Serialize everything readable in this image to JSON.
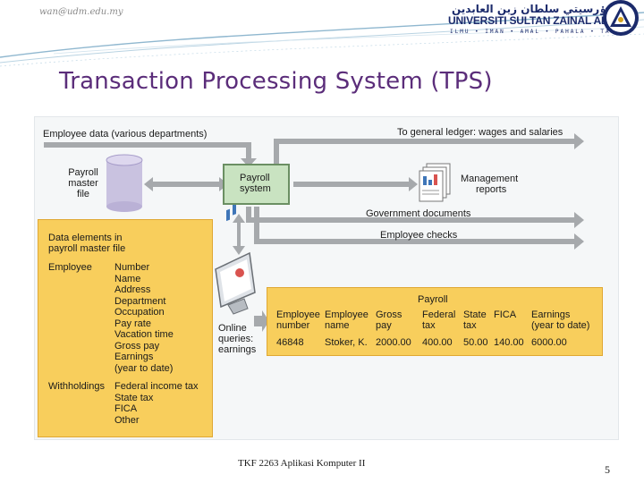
{
  "header": {
    "email": "wan@udm.edu.my",
    "logo_arabic": "يونيۏرسيتي سلطان زين العابدين",
    "logo_university": "UNIVERSITI SULTAN ZAINAL ABIDIN",
    "logo_motto": "ILMU  •  IMAN  •  AMAL  •  PAHALA  •  TAQWA",
    "colors": {
      "title": "#5b2d7a",
      "logo": "#1b2a6b",
      "swoosh": "#8fb7cf"
    }
  },
  "slide": {
    "title": "Transaction Processing System (TPS)"
  },
  "diagram": {
    "employee_data": "Employee data (various departments)",
    "to_general_ledger": "To general ledger: wages and salaries",
    "payroll_master_file": [
      "Payroll",
      "master",
      "file"
    ],
    "payroll_system": [
      "Payroll",
      "system"
    ],
    "management_reports": [
      "Management",
      "reports"
    ],
    "government_documents": "Government documents",
    "employee_checks": "Employee checks",
    "online_queries": [
      "Online",
      "queries:",
      "earnings"
    ],
    "data_elements": {
      "title": [
        "Data elements in",
        "payroll master file"
      ],
      "groups": [
        {
          "category": "Employee",
          "items": [
            "Number",
            "Name",
            "Address",
            "Department",
            "Occupation",
            "Pay rate",
            "Vacation time",
            "Gross pay",
            "Earnings",
            "(year to date)"
          ]
        },
        {
          "category": "Withholdings",
          "items": [
            "Federal income tax",
            "State tax",
            "FICA",
            "Other"
          ]
        }
      ]
    },
    "payroll_record": {
      "title": "Payroll",
      "columns": [
        [
          "Employee",
          "number"
        ],
        [
          "Employee",
          "name"
        ],
        [
          "Gross",
          "pay"
        ],
        [
          "Federal",
          "tax"
        ],
        [
          "State",
          "tax"
        ],
        [
          "FICA",
          ""
        ],
        [
          "Earnings",
          "(year to date)"
        ]
      ],
      "values": [
        "46848",
        "Stoker, K.",
        "2000.00",
        "400.00",
        "50.00",
        "140.00",
        "6000.00"
      ]
    },
    "icons": [
      "database-cylinder-icon",
      "report-stack-icon",
      "computer-monitor-icon"
    ],
    "colors": {
      "panel": "#f8ce5c",
      "system_box": "#c9e3c1",
      "arrow": "#a6a9ac",
      "database": "#c9c2e0"
    }
  },
  "footer": {
    "course": "TKF 2263  Aplikasi Komputer II",
    "page": "5"
  }
}
